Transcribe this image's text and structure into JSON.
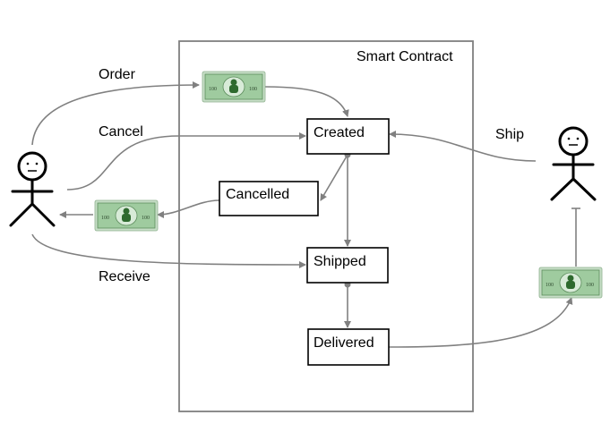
{
  "container": {
    "title": "Smart Contract"
  },
  "states": {
    "created": "Created",
    "cancelled": "Cancelled",
    "shipped": "Shipped",
    "delivered": "Delivered"
  },
  "actions": {
    "order": "Order",
    "cancel": "Cancel",
    "receive": "Receive",
    "ship": "Ship"
  },
  "money_note": {
    "denomination": "100"
  },
  "colors": {
    "arrow": "#808080",
    "container_border": "#808080",
    "note_green": "#9fcb9f"
  },
  "icons": [
    "buyer-stick-figure-icon",
    "seller-stick-figure-icon",
    "money-note-icon"
  ]
}
